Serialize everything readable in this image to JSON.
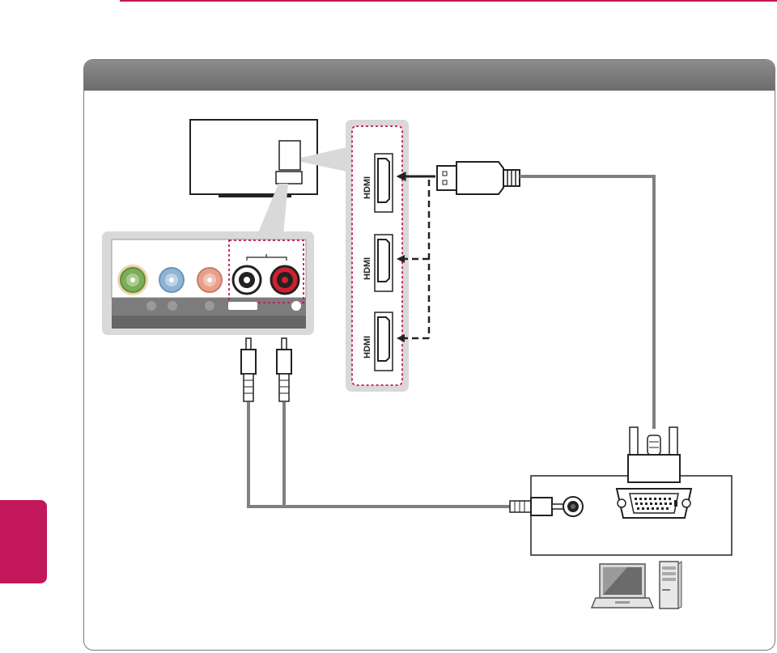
{
  "panel": {
    "title": ""
  },
  "tv_ports": {
    "hdmi_labels": [
      "HDMI",
      "HDMI",
      "HDMI"
    ]
  },
  "colors": {
    "accent": "#c2185b",
    "cable": "#808080",
    "panel_header": "#7a7a7a",
    "port_panel": "#d9d9d9",
    "port_bar": "#7c7c7c",
    "highlight_dash": "#c2185b",
    "jack_green": "#7cae5a",
    "jack_green_ring": "#e8b86a",
    "jack_blue": "#8fb4d6",
    "jack_salmon": "#e8a08a",
    "jack_red": "#d22030"
  },
  "icons": [
    "tv-icon",
    "hdmi-port-icon",
    "dvi-connector-icon",
    "audio-jack-icon",
    "laptop-icon",
    "desktop-tower-icon"
  ]
}
